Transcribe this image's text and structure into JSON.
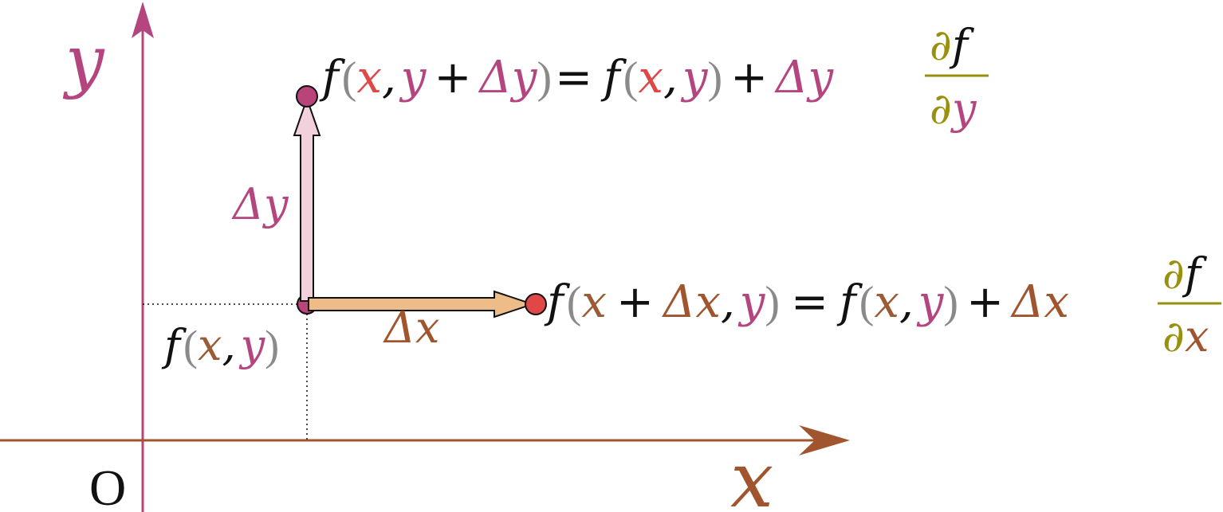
{
  "colors": {
    "y_axis": "#b5457e",
    "x_axis": "#a0552f",
    "x_var": "#e04848",
    "x_var_brown": "#9b5b35",
    "y_var": "#b5457e",
    "paren": "#8a8a8a",
    "partial": "#9a9010",
    "dy_fill": "#f2d0dc",
    "dx_fill": "#eebc88",
    "point_top": "#b8447a",
    "point_right": "#e04848",
    "point_origin": "#b8447a",
    "black": "#111111"
  },
  "labels": {
    "y_axis": "y",
    "x_axis": "x",
    "origin": "O",
    "delta_y": "Δy",
    "delta_x": "Δx"
  },
  "formulas": {
    "base": {
      "f": "f",
      "lp": "(",
      "x": "x",
      "comma": ",",
      "y": "y",
      "rp": ")"
    },
    "top": {
      "f": "f",
      "lp": "(",
      "x": "x",
      "comma": ",",
      "y": "y",
      "plus": "+",
      "delta": "Δy",
      "rp": ")",
      "eq": "=",
      "f2": "f",
      "lp2": "(",
      "x2": "x",
      "comma2": ",",
      "y2": "y",
      "rp2": ")",
      "plus2": "+",
      "delta2": "Δy",
      "num_d": "∂",
      "num_f": "f",
      "den_d": "∂",
      "den_v": "y"
    },
    "right": {
      "f": "f",
      "lp": "(",
      "x": "x",
      "plus": "+",
      "delta": "Δx",
      "comma": ",",
      "y": "y",
      "rp": ")",
      "eq": "=",
      "f2": "f",
      "lp2": "(",
      "x2": "x",
      "comma2": ",",
      "y2": "y",
      "rp2": ")",
      "plus2": "+",
      "delta2": "Δx",
      "num_d": "∂",
      "num_f": "f",
      "den_d": "∂",
      "den_v": "x"
    }
  }
}
